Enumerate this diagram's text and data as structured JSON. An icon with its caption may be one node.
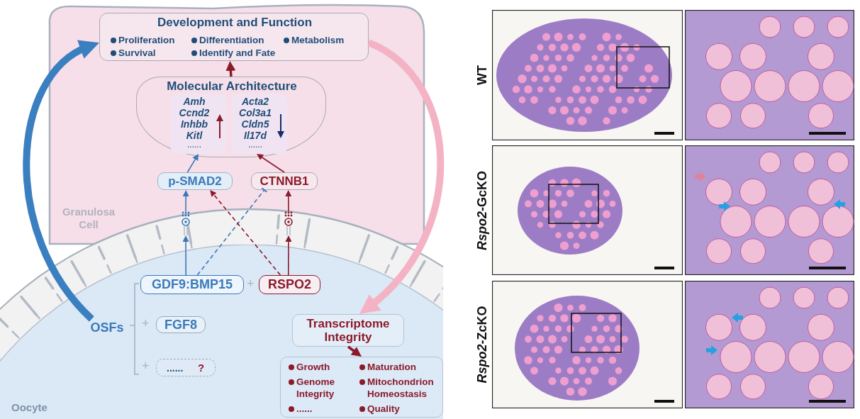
{
  "diagram": {
    "nodes": [
      {
        "text": [
          "Granulosa Cell"
        ]
      },
      {
        "text": [
          "Development and Function",
          "Proliferation",
          "Differentiation",
          "Metabolism",
          "Survival",
          "Identify and Fate"
        ],
        "in": 0
      },
      {
        "text": [
          "Molecular Architecture"
        ],
        "in": 0
      },
      {
        "text": [
          "Amh Ccnd2 Inhbb Kitl",
          "......"
        ],
        "in": 2
      },
      {
        "text": [
          "Acta2 Col3a1 Cldn5 Il17d",
          "......"
        ],
        "in": 2
      },
      {
        "text": [
          "p-SMAD2"
        ],
        "in": 0
      },
      {
        "text": [
          "CTNNB1"
        ],
        "in": 0
      },
      {
        "text": [],
        "shape": "circle"
      },
      {
        "text": [],
        "shape": "circle"
      },
      {
        "text": [
          "Oocyte"
        ]
      },
      {
        "text": [
          "GDF9:BMP15"
        ],
        "in": 9
      },
      {
        "text": [
          "RSPO2"
        ],
        "in": 9
      },
      {
        "text": [
          "OSFs"
        ],
        "in": 9
      },
      {
        "text": [
          "FGF8"
        ],
        "in": 9
      },
      {
        "text": [
          "......",
          "?"
        ],
        "in": 9
      },
      {
        "text": [
          "Transcriptome Integrity"
        ],
        "in": 9
      },
      {
        "text": [
          "Growth",
          "Maturation",
          "Genome Integrity",
          "Mitochondrion Homeostasis",
          "......",
          "Quality"
        ],
        "in": 9
      }
    ],
    "edges": [
      {
        "from": 2,
        "to": 1,
        "arrow": "to",
        "style": "thick",
        "color": "#8b1a2b"
      },
      {
        "from": 5,
        "to": 3,
        "arrow": "to",
        "color": "#3b7ab8"
      },
      {
        "from": 6,
        "to": 4,
        "arrow": "to",
        "color": "#8b1a2b"
      },
      {
        "from": 7,
        "to": 5,
        "arrow": "to",
        "color": "#3b7ab8"
      },
      {
        "from": 8,
        "to": 6,
        "arrow": "to",
        "color": "#8b1a2b"
      },
      {
        "from": 10,
        "to": 7,
        "arrow": "to",
        "color": "#3b7ab8"
      },
      {
        "from": 11,
        "to": 8,
        "arrow": "to",
        "color": "#8b1a2b"
      },
      {
        "from": 10,
        "to": 6,
        "arrow": "other",
        "style": "dashed",
        "color": "#3b7ab8"
      },
      {
        "from": 11,
        "to": 5,
        "arrow": "to",
        "style": "dashed",
        "color": "#8b1a2b"
      },
      {
        "from": 15,
        "to": 16,
        "arrow": "to",
        "style": "thick",
        "color": "#8b1a2b"
      },
      {
        "from": 12,
        "to": 1,
        "arrow": "to",
        "style": "thick",
        "color": "#3a7fc0"
      },
      {
        "from": 1,
        "to": 15,
        "arrow": "to",
        "style": "thick",
        "color": "#f4b3c4"
      }
    ],
    "labels": [
      "+",
      "+",
      "+",
      "WT",
      "*Rspo2*-GcKO",
      "*Rspo2*-ZcKO"
    ]
  }
}
